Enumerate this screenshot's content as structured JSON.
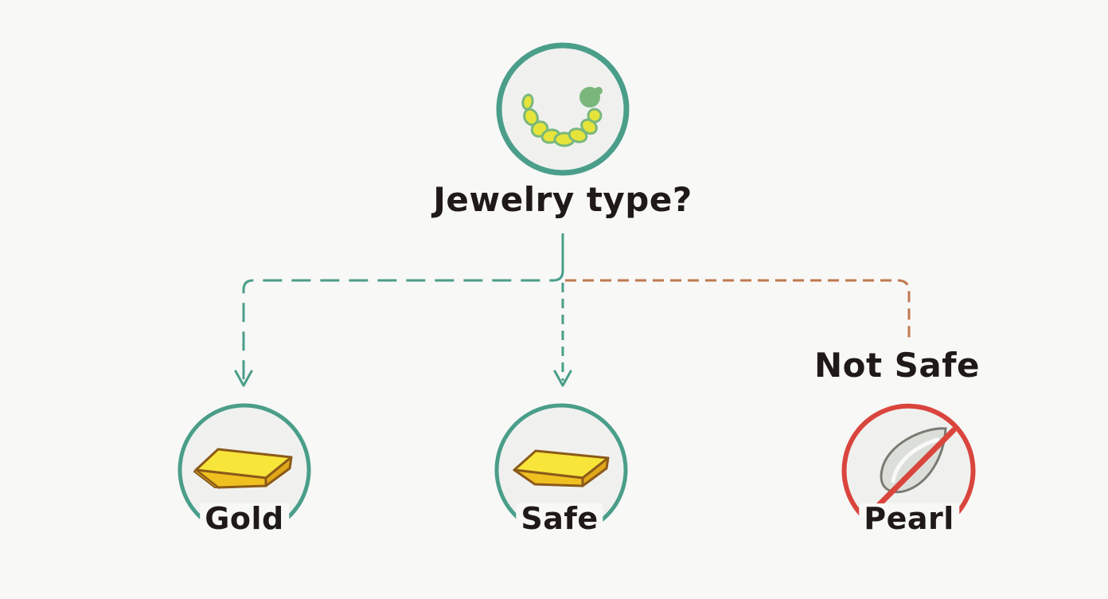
{
  "root": {
    "label": "Jewelry type?",
    "icon": "necklace-icon"
  },
  "branches": {
    "not_safe_label": "Not Safe"
  },
  "nodes": [
    {
      "label": "Gold",
      "icon": "gold-bar-icon"
    },
    {
      "label": "Safe",
      "icon": "gold-bar-icon"
    },
    {
      "label": "Pearl",
      "icon": "pearl-prohibited-icon"
    }
  ],
  "colors": {
    "teal": "#4a9e8a",
    "rust": "#c07850",
    "red": "#d9453d",
    "gold": "#f0d020",
    "gold_dark": "#8b5a1a",
    "necklace_yellow": "#e6e43a",
    "necklace_green": "#7ab77d",
    "circle_fill": "#f0f1ef",
    "text": "#1f1a17"
  }
}
